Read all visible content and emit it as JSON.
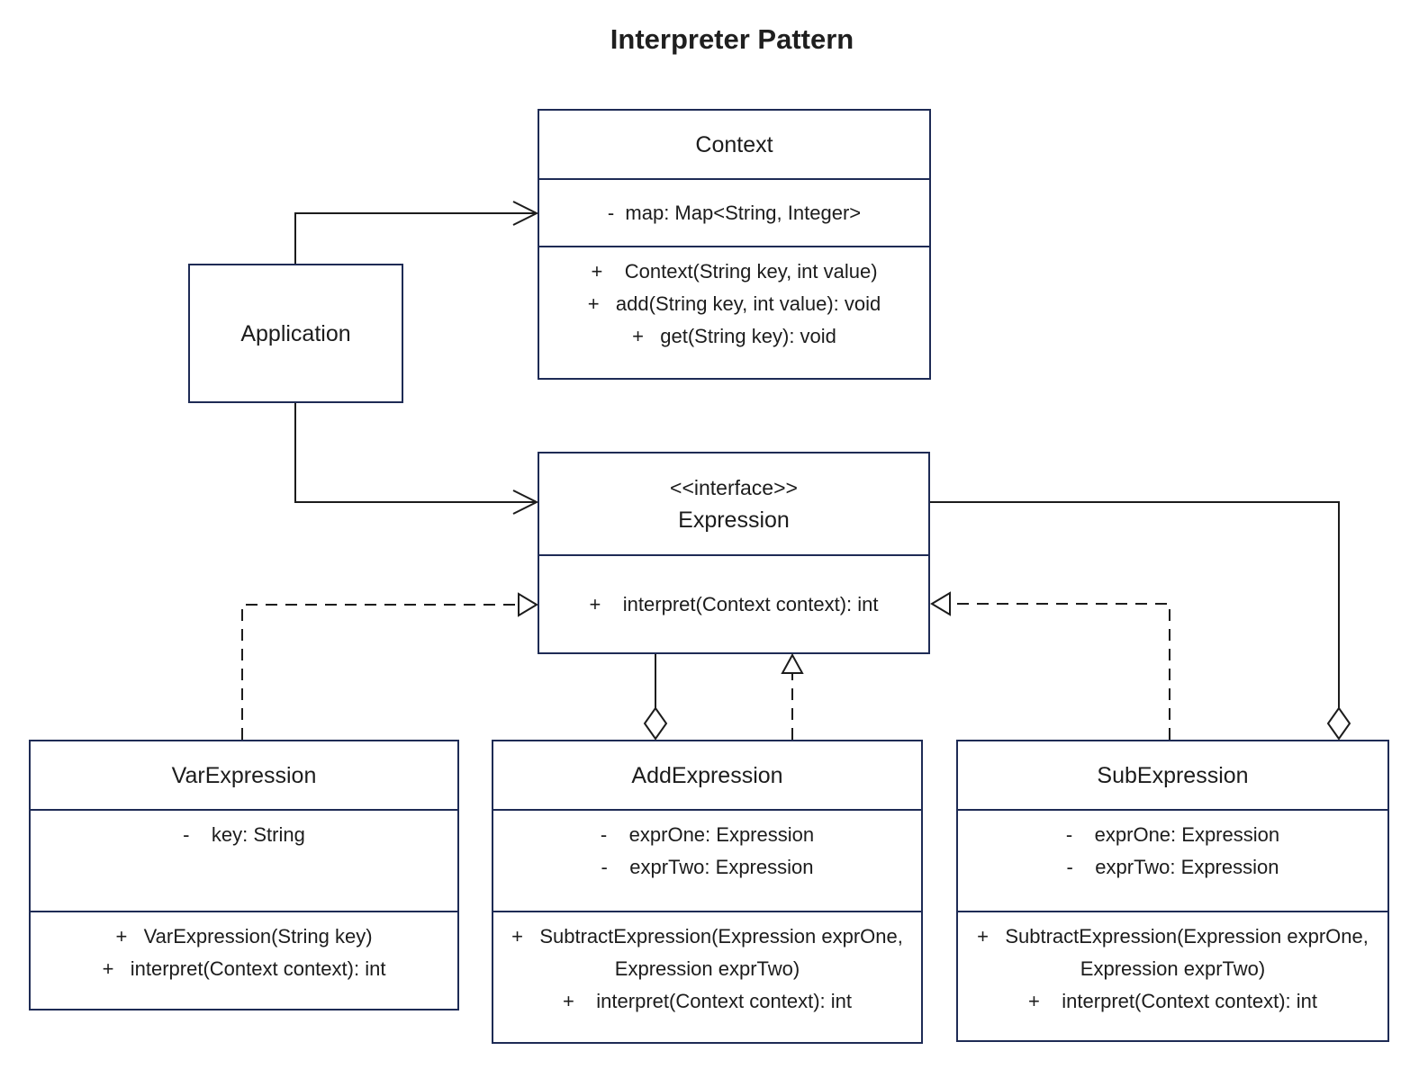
{
  "title": "Interpreter Pattern",
  "colors": {
    "background": "#ffffff",
    "box_border": "#1e2b55",
    "connector": "#1c1c1c",
    "text": "#1c1c1c"
  },
  "classes": {
    "application": {
      "name": "Application"
    },
    "context": {
      "name": "Context",
      "attributes": [
        "-  map: Map<String, Integer>"
      ],
      "methods": [
        "+    Context(String key, int value)",
        "+   add(String key, int value): void",
        "+   get(String key): void"
      ]
    },
    "expression": {
      "stereotype": "<<interface>>",
      "name": "Expression",
      "methods": [
        "+    interpret(Context context): int"
      ]
    },
    "var_expression": {
      "name": "VarExpression",
      "attributes": [
        "-    key: String"
      ],
      "methods": [
        "+   VarExpression(String key)",
        "+   interpret(Context context): int"
      ]
    },
    "add_expression": {
      "name": "AddExpression",
      "attributes": [
        "-    exprOne: Expression",
        "-    exprTwo: Expression"
      ],
      "methods": [
        "+   SubtractExpression(Expression exprOne, Expression exprTwo)",
        "+    interpret(Context context): int"
      ]
    },
    "sub_expression": {
      "name": "SubExpression",
      "attributes": [
        "-    exprOne: Expression",
        "-    exprTwo: Expression"
      ],
      "methods": [
        "+   SubtractExpression(Expression exprOne, Expression exprTwo)",
        "+    interpret(Context context): int"
      ]
    }
  },
  "relationships": [
    {
      "from": "Application",
      "to": "Context",
      "type": "directed-association"
    },
    {
      "from": "Application",
      "to": "Expression",
      "type": "directed-association"
    },
    {
      "from": "VarExpression",
      "to": "Expression",
      "type": "realization"
    },
    {
      "from": "AddExpression",
      "to": "Expression",
      "type": "realization"
    },
    {
      "from": "SubExpression",
      "to": "Expression",
      "type": "realization"
    },
    {
      "from": "AddExpression",
      "to": "Expression",
      "type": "aggregation"
    },
    {
      "from": "SubExpression",
      "to": "Expression",
      "type": "aggregation"
    }
  ]
}
